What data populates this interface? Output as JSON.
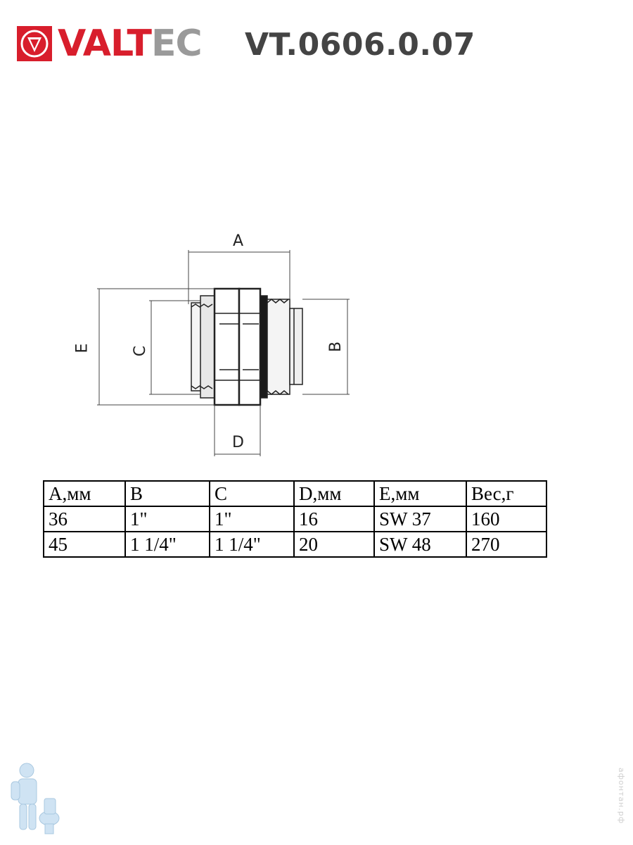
{
  "header": {
    "brand_part1": "VALT",
    "brand_part2": "EC",
    "model": "VT.0606.0.07",
    "brand_color": "#d81e2c",
    "brand_secondary_color": "#9a9a9a"
  },
  "drawing": {
    "labels": {
      "a": "A",
      "b": "B",
      "c": "C",
      "d": "D",
      "e": "E"
    }
  },
  "table": {
    "headers": [
      "A,мм",
      "B",
      "C",
      "D,мм",
      "E,мм",
      "Вес,г"
    ],
    "rows": [
      [
        "36",
        "1\"",
        "1\"",
        "16",
        "SW 37",
        "160"
      ],
      [
        "45",
        "1 1/4\"",
        "1 1/4\"",
        "20",
        "SW 48",
        "270"
      ]
    ]
  },
  "footer": {
    "watermark": "афонтан.рф"
  }
}
